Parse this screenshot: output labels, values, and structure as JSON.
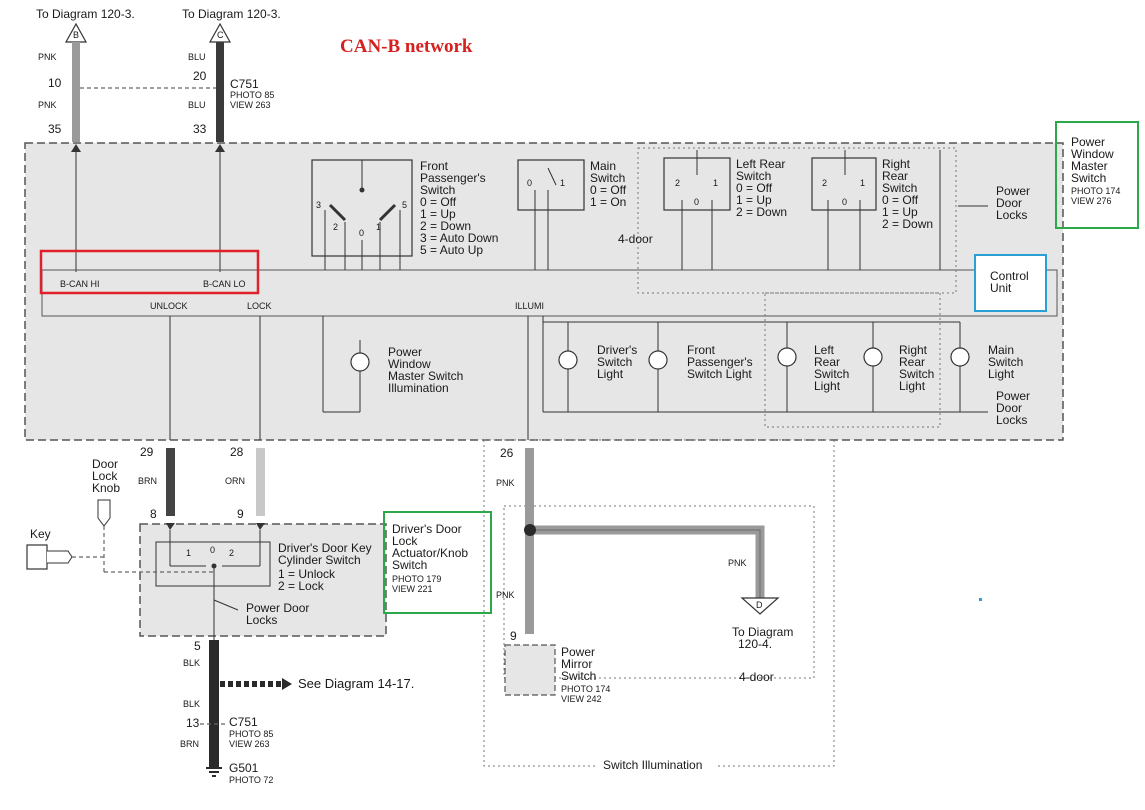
{
  "title": "CAN-B network",
  "colors": {
    "title": "#d62020",
    "highlight_red": "#e0202a",
    "highlight_green": "#2aa84a",
    "highlight_blue": "#2a9fd6",
    "gray_box": "#e6e6e6",
    "wire_pink": "#9a9a9a",
    "wire_blue": "#3a3a3a",
    "wire_brn": "#444444",
    "wire_orn": "#c8c8c8",
    "wire_blk": "#2a2a2a"
  },
  "top_left": {
    "label": "To Diagram 120-3.",
    "connector": "B",
    "wire_top": "PNK",
    "pin_top": "10",
    "wire_bottom": "PNK",
    "pin_bottom": "35"
  },
  "top_mid": {
    "label": "To Diagram 120-3.",
    "connector": "C",
    "wire_top": "BLU",
    "pin_top": "20",
    "wire_bottom": "BLU",
    "pin_bottom": "33"
  },
  "c751_top": {
    "name": "C751",
    "photo": "PHOTO 85",
    "view": "VIEW 263"
  },
  "master_switch": {
    "line1": "Power",
    "line2": "Window",
    "line3": "Master",
    "line4": "Switch",
    "photo": "PHOTO 174",
    "view": "VIEW 276"
  },
  "control_unit": {
    "line1": "Control",
    "line2": "Unit"
  },
  "bus": {
    "hi": "B-CAN HI",
    "lo": "B-CAN LO",
    "unlock": "UNLOCK",
    "lock": "LOCK",
    "illumi": "ILLUMI"
  },
  "fp_switch": {
    "lines": [
      "Front",
      "Passenger's",
      "Switch",
      "0 = Off",
      "1 = Up",
      "2 = Down",
      "3 = Auto Down",
      "5 = Auto Up"
    ],
    "p3": "3",
    "p2": "2",
    "p0": "0",
    "p1": "1",
    "p5": "5"
  },
  "main_switch": {
    "lines": [
      "Main",
      "Switch",
      "0 = Off",
      "1 = On"
    ],
    "p0": "0",
    "p1": "1"
  },
  "lr_switch": {
    "lines": [
      "Left Rear",
      "Switch",
      "0 = Off",
      "1 = Up",
      "2 = Down"
    ],
    "p2": "2",
    "p1": "1",
    "p0": "0"
  },
  "rr_switch": {
    "lines": [
      "Right",
      "Rear",
      "Switch",
      "0 = Off",
      "1 = Up",
      "2 = Down"
    ],
    "p2": "2",
    "p1": "1",
    "p0": "0"
  },
  "four_door_top": "4-door",
  "power_door_locks_top": {
    "line1": "Power",
    "line2": "Door",
    "line3": "Locks"
  },
  "lights": {
    "master_illum": [
      "Power",
      "Window",
      "Master Switch",
      "Illumination"
    ],
    "driver": [
      "Driver's",
      "Switch",
      "Light"
    ],
    "front_pass": [
      "Front",
      "Passenger's",
      "Switch Light"
    ],
    "left_rear": [
      "Left",
      "Rear",
      "Switch",
      "Light"
    ],
    "right_rear": [
      "Right",
      "Rear",
      "Switch",
      "Light"
    ],
    "main": [
      "Main",
      "Switch",
      "Light"
    ]
  },
  "power_door_locks_mid": {
    "line1": "Power",
    "line2": "Door",
    "line3": "Locks"
  },
  "lower_left": {
    "pin29": "29",
    "brn": "BRN",
    "pin28": "28",
    "orn": "ORN",
    "pin8": "8",
    "pin9": "9",
    "door_lock_knob": [
      "Door",
      "Lock",
      "Knob"
    ],
    "key": "Key",
    "key_switch": [
      "Driver's Door Key",
      "Cylinder Switch",
      "1 = Unlock",
      "2 = Lock"
    ],
    "k1": "1",
    "k0": "0",
    "k2": "2",
    "pdl": [
      "Power Door",
      "Locks"
    ],
    "actuator": [
      "Driver's Door",
      "Lock",
      "Actuator/Knob",
      "Switch",
      "PHOTO 179",
      "VIEW 221"
    ],
    "pin5": "5",
    "blk1": "BLK",
    "see_diagram": "See Diagram 14-17.",
    "blk2": "BLK",
    "pin13": "13",
    "brn2": "BRN",
    "c751": [
      "C751",
      "PHOTO 85",
      "VIEW 263"
    ],
    "g501": [
      "G501",
      "PHOTO 72"
    ]
  },
  "mirror": {
    "pin26": "26",
    "pnk1": "PNK",
    "pnk2": "PNK",
    "pnk3": "PNK",
    "pin9": "9",
    "name": [
      "Power",
      "Mirror",
      "Switch",
      "PHOTO 174",
      "VIEW 242"
    ],
    "connector": "D",
    "to_diagram": [
      "To Diagram",
      "120-4."
    ],
    "four_door": "4-door",
    "switch_illum": "Switch Illumination"
  }
}
